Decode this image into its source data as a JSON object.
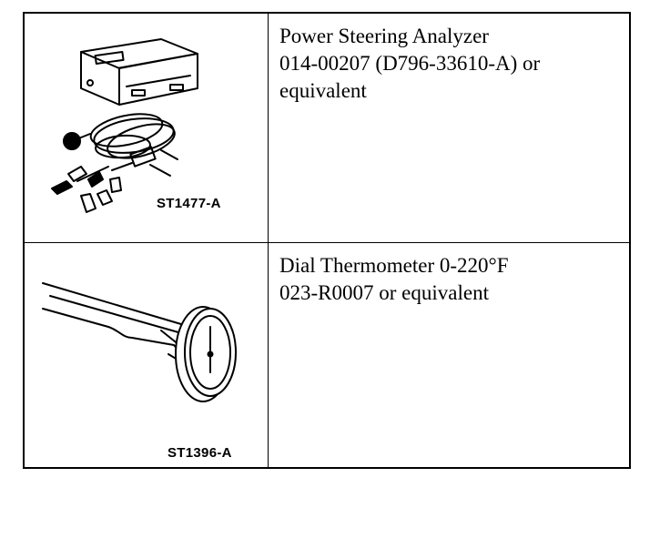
{
  "tools": [
    {
      "figure_id": "ST1477-A",
      "icon": "power-steering-analyzer-icon",
      "lines": [
        "Power Steering Analyzer",
        "014-00207 (D796-33610-A) or",
        "equivalent"
      ]
    },
    {
      "figure_id": "ST1396-A",
      "icon": "dial-thermometer-icon",
      "lines": [
        "Dial Thermometer 0-220°F",
        "023-R0007 or equivalent"
      ]
    }
  ]
}
